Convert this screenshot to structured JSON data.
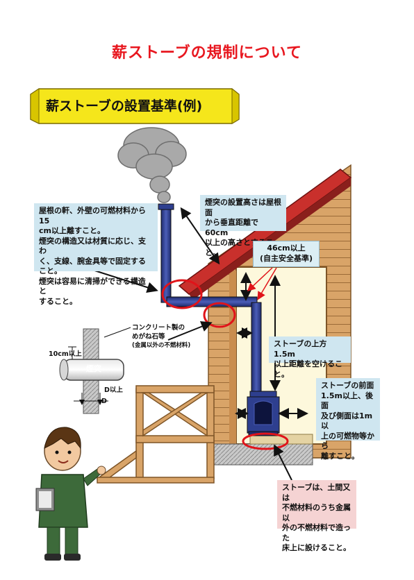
{
  "title": "薪ストーブの規制について",
  "banner": "薪ストーブの設置基準(例)",
  "notes": {
    "fire_distance": [
      "屋根の軒、外壁の可燃材料から15",
      "cm以上離すこと。",
      "煙突の構造又は材質に応じ、支わ",
      "く、支線、腕金具等で固定すること。",
      "煙突は容易に清掃ができる構造と",
      "すること。"
    ],
    "chimney_height": [
      "煙突の設置高さは屋根面",
      "から垂直距離で60cm",
      "以上の高さとすること。"
    ],
    "standard_46": [
      "46cm以上",
      "(自主安全基準)"
    ],
    "stove_above": [
      "ストーブの上方1.5m",
      "以上距離を空けること。"
    ],
    "stove_front": [
      "ストーブの前面",
      "1.5m以上、後面",
      "及び側面は1m以",
      "上の可燃物等から",
      "離すこと。"
    ],
    "floor": [
      "ストーブは、土間又は",
      "不燃材料のうち金属以",
      "外の不燃材料で造った",
      "床上に設けること。"
    ]
  },
  "detail": {
    "stone_label": [
      "コンクリート製の",
      "めがね石等",
      "(金属以外の不燃材料)"
    ],
    "ten_cm": "10cm以上",
    "pipe": "煙突",
    "d_or_more": "D以上",
    "d": "D"
  },
  "colors": {
    "title": "#e8171f",
    "banner": "#f5e61b",
    "note_bg": "#cfe6f0",
    "floor_note_bg": "#f5d3d3",
    "chimney": "#2e3f8f",
    "roof": "#c9302c",
    "wood": "#d8a267",
    "highlight_circle": "#e0141a"
  }
}
